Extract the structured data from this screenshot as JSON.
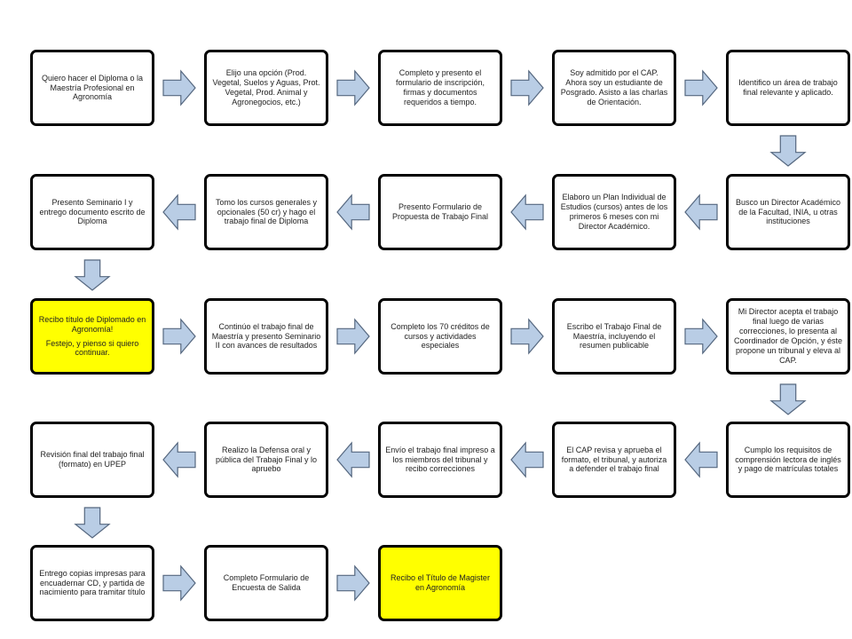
{
  "colors": {
    "box_border": "#000000",
    "box_fill": "#ffffff",
    "highlight_fill": "#ffff00",
    "arrow_fill": "#b9cde5",
    "arrow_stroke": "#55677f"
  },
  "steps": [
    {
      "lines": [
        "Quiero hacer el Diploma o la Maestría Profesional en Agronomía"
      ]
    },
    {
      "lines": [
        "Elijo una opción (Prod. Vegetal, Suelos y Aguas, Prot. Vegetal, Prod. Animal y Agronegocios, etc.)"
      ]
    },
    {
      "lines": [
        "Completo y presento el formulario de inscripción, firmas y documentos requeridos a tiempo."
      ]
    },
    {
      "lines": [
        "Soy admitido por el CAP. Ahora soy un estudiante de Posgrado. Asisto a las charlas de Orientación."
      ]
    },
    {
      "lines": [
        "Identifico un área de trabajo final relevante y aplicado."
      ]
    },
    {
      "lines": [
        "Presento Seminario I y entrego documento escrito de Diploma"
      ]
    },
    {
      "lines": [
        "Tomo los cursos generales y opcionales (50 cr) y hago el trabajo final de Diploma"
      ]
    },
    {
      "lines": [
        "Presento Formulario de Propuesta de Trabajo Final"
      ]
    },
    {
      "lines": [
        "Elaboro un Plan Individual de Estudios (cursos) antes de los primeros 6 meses con mi Director Académico."
      ]
    },
    {
      "lines": [
        "Busco un Director Académico de la Facultad, INIA, u otras instituciones"
      ]
    },
    {
      "lines": [
        "Recibo título de Diplomado en Agronomía!",
        "Festejo, y pienso si quiero continuar."
      ]
    },
    {
      "lines": [
        "Continúo el trabajo final de Maestría y presento Seminario II con avances de resultados"
      ]
    },
    {
      "lines": [
        "Completo los 70 créditos de cursos y actividades especiales"
      ]
    },
    {
      "lines": [
        "Escribo el Trabajo Final de Maestría, incluyendo el resumen publicable"
      ]
    },
    {
      "lines": [
        "Mi Director acepta el trabajo final luego de varias correcciones, lo presenta al Coordinador de Opción, y éste propone un tribunal y eleva al CAP."
      ]
    },
    {
      "lines": [
        "Revisión final del trabajo final (formato) en UPEP"
      ]
    },
    {
      "lines": [
        "Realizo la Defensa oral y pública del Trabajo Final y lo apruebo"
      ]
    },
    {
      "lines": [
        "Envío el trabajo final impreso a los miembros del tribunal y recibo correcciones"
      ]
    },
    {
      "lines": [
        "El CAP revisa y aprueba el formato, el tribunal, y autoriza a defender el trabajo final"
      ]
    },
    {
      "lines": [
        "Cumplo los requisitos de comprensión lectora de inglés y pago de matrículas totales"
      ]
    },
    {
      "lines": [
        "Entrego copias impresas para encuadernar CD, y partida de nacimiento para tramitar título"
      ]
    },
    {
      "lines": [
        "Completo Formulario de Encuesta de Salida"
      ]
    },
    {
      "lines": [
        "Recibo el Título de Magister en Agronomía"
      ]
    }
  ]
}
